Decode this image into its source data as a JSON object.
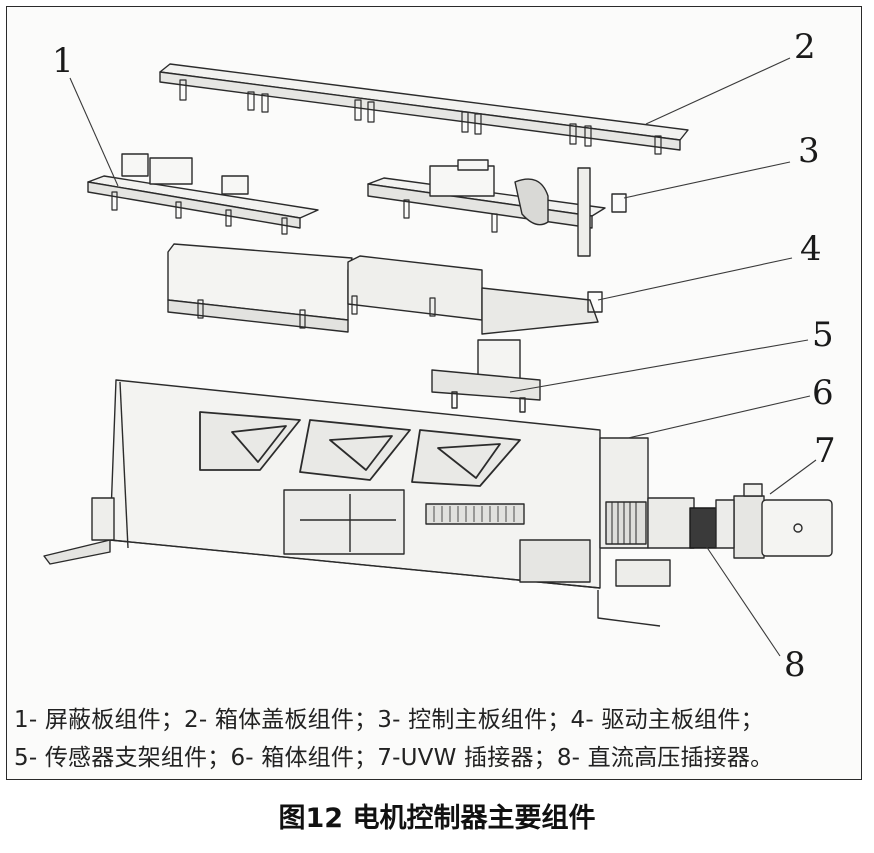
{
  "callouts": [
    "1",
    "2",
    "3",
    "4",
    "5",
    "6",
    "7",
    "8"
  ],
  "legend": {
    "line1": "1- 屏蔽板组件；2- 箱体盖板组件；3- 控制主板组件；4- 驱动主板组件；",
    "line2": "5- 传感器支架组件；6- 箱体组件；7-UVW 插接器；8- 直流高压插接器。"
  },
  "caption": "图12 电机控制器主要组件",
  "components": [
    "shield-plate-assembly",
    "case-cover-assembly",
    "control-mainboard-assembly",
    "drive-mainboard-assembly",
    "sensor-bracket-assembly",
    "case-body-assembly",
    "uvw-connector",
    "dc-high-voltage-connector"
  ]
}
